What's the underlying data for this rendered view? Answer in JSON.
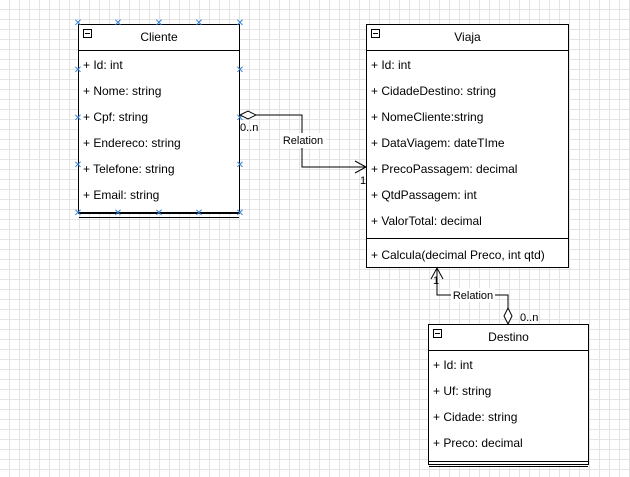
{
  "classes": {
    "cliente": {
      "name": "Cliente",
      "attributes": [
        "+ Id: int",
        "+ Nome: string",
        "+ Cpf: string",
        "+ Endereco: string",
        "+ Telefone: string",
        "+ Email: string"
      ],
      "methods": []
    },
    "viaja": {
      "name": "Viaja",
      "attributes": [
        "+ Id: int",
        "+ CidadeDestino: string",
        "+ NomeCliente:string",
        "+ DataViagem: dateTIme",
        "+ PrecoPassagem: decimal",
        "+ QtdPassagem: int",
        "+ ValorTotal: decimal"
      ],
      "methods": [
        "+ Calcula(decimal Preco, int qtd)"
      ]
    },
    "destino": {
      "name": "Destino",
      "attributes": [
        "+ Id: int",
        "+ Uf: string",
        "+ Cidade: string",
        "+ Preco: decimal"
      ],
      "methods": []
    }
  },
  "relations": {
    "cliente_viaja": {
      "label": "Relation",
      "source_multiplicity": "0..n",
      "target_multiplicity": "1"
    },
    "destino_viaja": {
      "label": "Relation",
      "source_multiplicity": "0..n",
      "target_multiplicity": "1"
    }
  },
  "colors": {
    "grid": "#e4e4e4",
    "selection": "#2f7fd6",
    "line": "#000000"
  }
}
